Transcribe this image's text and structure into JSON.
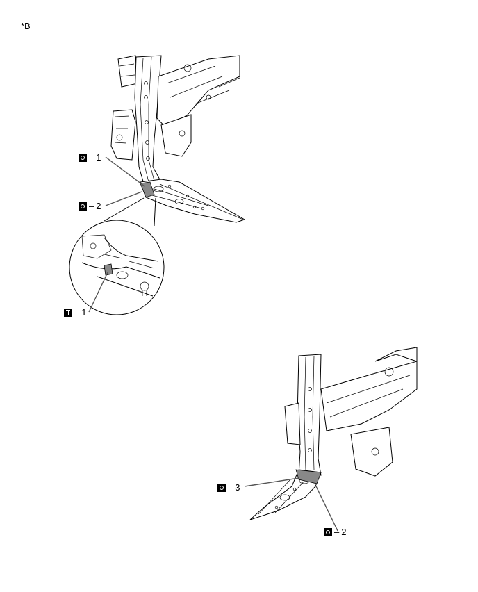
{
  "view_label": "*B",
  "callouts": [
    {
      "id": "c1",
      "symbol": "O",
      "dash": "–",
      "number": "1"
    },
    {
      "id": "c2",
      "symbol": "O",
      "dash": "–",
      "number": "2"
    },
    {
      "id": "c3",
      "symbol": "I",
      "dash": "–",
      "number": "1"
    },
    {
      "id": "c4",
      "symbol": "O",
      "dash": "–",
      "number": "3"
    },
    {
      "id": "c5",
      "symbol": "O",
      "dash": "–",
      "number": "2"
    }
  ]
}
